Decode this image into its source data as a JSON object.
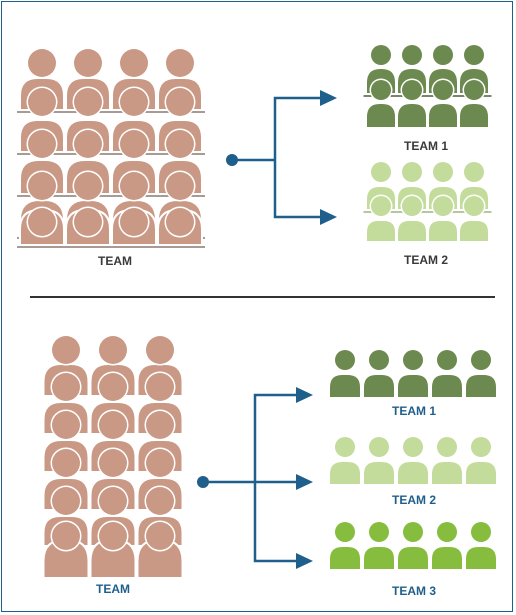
{
  "colors": {
    "team": "#c99985",
    "team1": "#6c8a4f",
    "team2": "#c3dc9c",
    "team3": "#86bd3e",
    "arrow": "#1f5f8b",
    "divider": "#333333",
    "label_dark": "#3a3a3a",
    "label_blue": "#1f5f8b"
  },
  "top": {
    "source_label": "TEAM",
    "team1_label": "TEAM 1",
    "team2_label": "TEAM 2"
  },
  "bottom": {
    "source_label": "TEAM",
    "team1_label": "TEAM 1",
    "team2_label": "TEAM 2",
    "team3_label": "TEAM 3"
  }
}
